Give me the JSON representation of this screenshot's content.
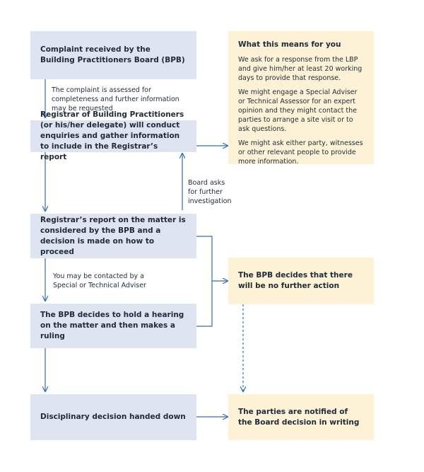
{
  "boxes": {
    "complaint": "Complaint received by the Building Practitioners Board (BPB)",
    "registrar": "Registrar of Building Practitioners (or his/her delegate) will conduct enquiries and gather information to include in the Registrar’s report",
    "report": "Registrar’s report on the matter is considered by the BPB and a decision is made on how to proceed",
    "hearing": "The BPB decides to hold a hearing on the matter and then makes a ruling",
    "disciplinary": "Disciplinary decision handed down",
    "no_action": "The BPB decides that there will be no further action",
    "notified": "The parties are notified of the Board decision in writing"
  },
  "info": {
    "title": "What this means for you",
    "p1": "We ask for a response from the LBP and give him/her at least 20 working days to provide that response.",
    "p2": "We might engage a Special Adviser or Technical Assessor for an expert opinion and they might contact the parties to arrange a site visit or to ask questions.",
    "p3": "We might ask either party, witnesses or other relevant people to provide more information."
  },
  "labels": {
    "assessed": "The complaint is assessed for completeness and further information may be requested",
    "board_asks": "Board asks for further investigation",
    "contacted": "You may be contacted by a Special or Technical Adviser"
  },
  "colors": {
    "process_box": "#dfe4f1",
    "outcome_box": "#fdf1d6",
    "arrow": "#2f6fb7"
  }
}
